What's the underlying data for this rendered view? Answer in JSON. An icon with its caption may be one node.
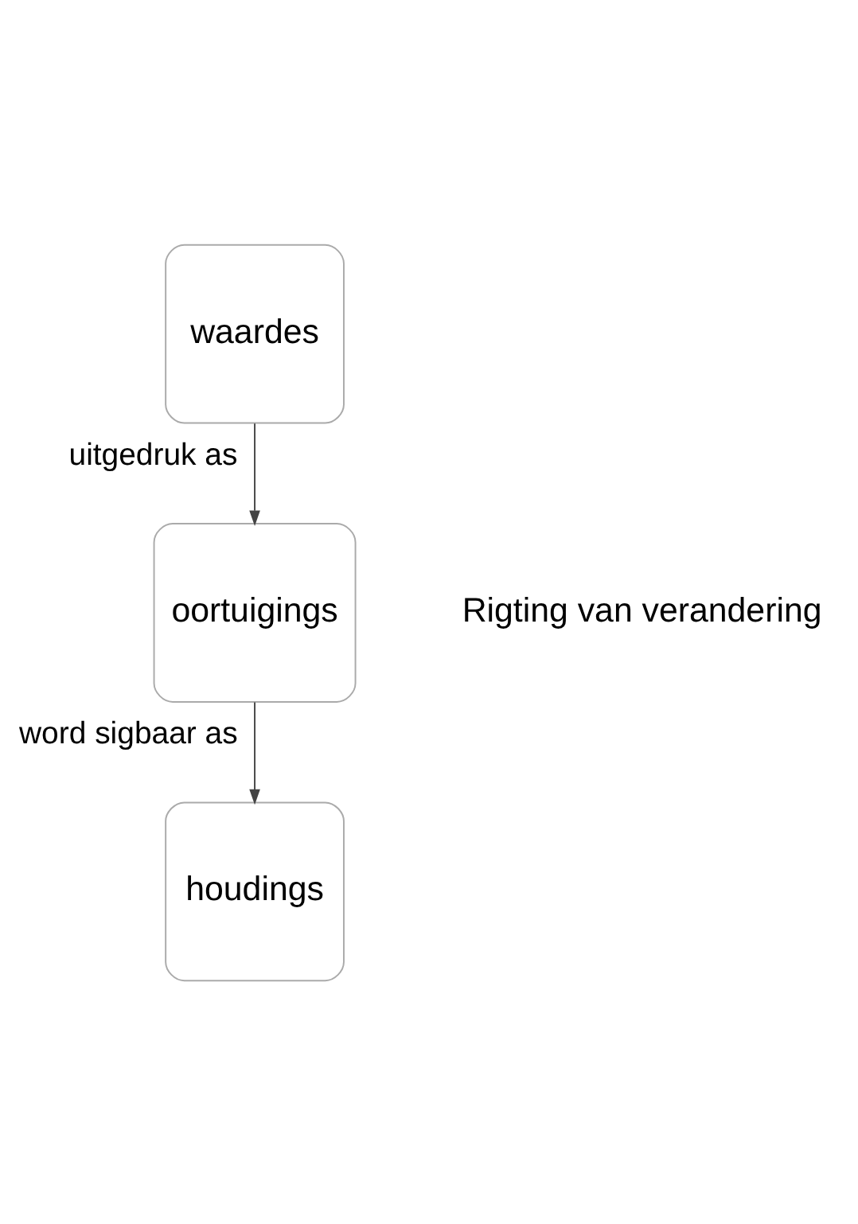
{
  "diagram": {
    "nodes": [
      {
        "text": [
          "waardes"
        ]
      },
      {
        "text": [
          "oortuigings"
        ]
      },
      {
        "text": [
          "houdings"
        ]
      }
    ],
    "edges": [
      {
        "from": 0,
        "to": 1,
        "arrow": "to",
        "label": "uitgedruk as"
      },
      {
        "from": 1,
        "to": 2,
        "arrow": "to",
        "label": "word sigbaar as"
      }
    ],
    "labels": [
      "Rigting van verandering"
    ]
  }
}
